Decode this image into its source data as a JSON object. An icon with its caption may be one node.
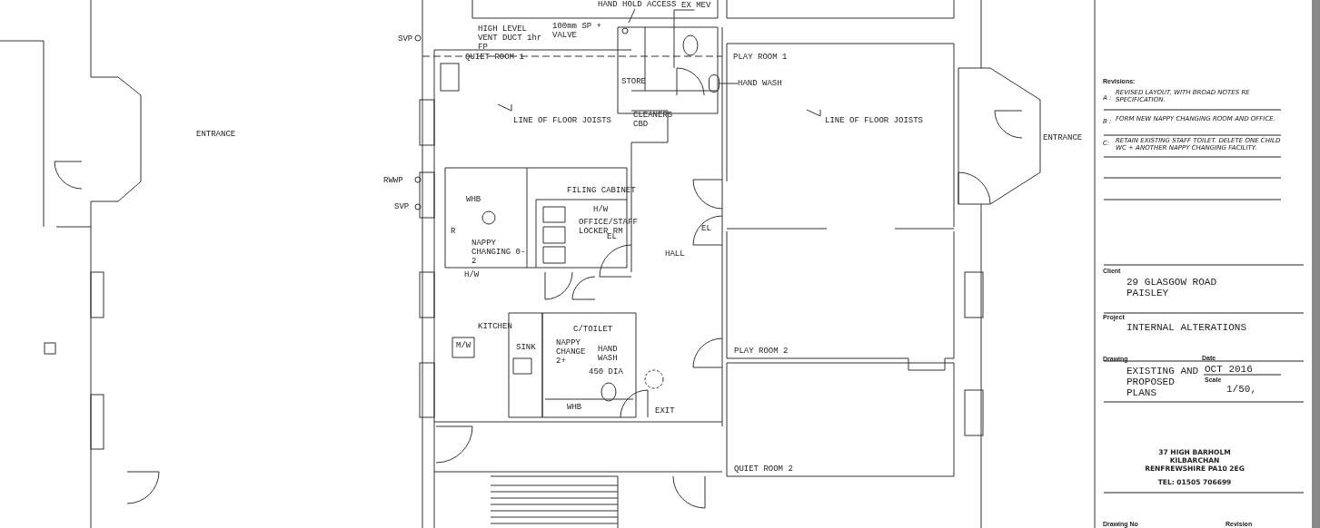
{
  "diagram": {
    "nodes": [
      {
        "text": [
          "HAND HOLD ACCESS"
        ]
      },
      {
        "text": [
          "EX MEV"
        ]
      },
      {
        "text": [
          "HAND WASH"
        ]
      },
      {
        "text": [],
        "shape": "box"
      }
    ],
    "edges": [
      {
        "from": 0,
        "to": null,
        "arrow": "none"
      },
      {
        "from": 1,
        "to": null,
        "arrow": "none"
      },
      {
        "from": 2,
        "to": 3,
        "arrow": "none"
      }
    ],
    "labels": [
      "ENTRANCE",
      "HIGH LEVEL VENT DUCT 1hr FP",
      "100mm SP + VALVE",
      "SVP",
      "QUIET ROOM 1",
      "STORE",
      "PLAY ROOM 1",
      "LINE OF FLOOR JOISTS",
      "CLEANERS CBD",
      "LINE OF FLOOR JOISTS",
      "ENTRANCE",
      "RWWP",
      "SVP",
      "WHB",
      "FILING CABINET",
      "H/W",
      "OFFICE/STAFF LOCKER RM",
      "EL",
      "R",
      "NAPPY CHANGING 0-2",
      "EL",
      "HALL",
      "H/W",
      "KITCHEN",
      "M/W",
      "C/TOILET",
      "SINK",
      "NAPPY CHANGE 2+",
      "HAND WASH",
      "450 DIA",
      "WHB",
      "EXIT",
      "PLAY ROOM 2",
      "QUIET ROOM 2",
      "Revisions:",
      "A :",
      "REVISED LAYOUT, WITH BROAD NOTES RE SPECIFICATION.",
      "B :",
      "FORM NEW NAPPY CHANGING ROOM AND OFFICE.",
      "C:",
      "RETAIN EXISTING STAFF TOILET. DELETE ONE CHILD WC + ANOTHER NAPPY CHANGING FACILITY.",
      "Client",
      "29 GLASGOW ROAD",
      "PAISLEY",
      "Project",
      "INTERNAL ALTERATIONS",
      "Drawing",
      "EXISTING AND PROPOSED PLANS",
      "Date",
      "OCT 2016",
      "Scale",
      "1/50,",
      "37 HIGH BARHOLM",
      "KILBARCHAN",
      "RENFREWSHIRE PA10 2EG",
      "TEL: 01505 706699",
      "Drawing No",
      "Revision"
    ]
  }
}
